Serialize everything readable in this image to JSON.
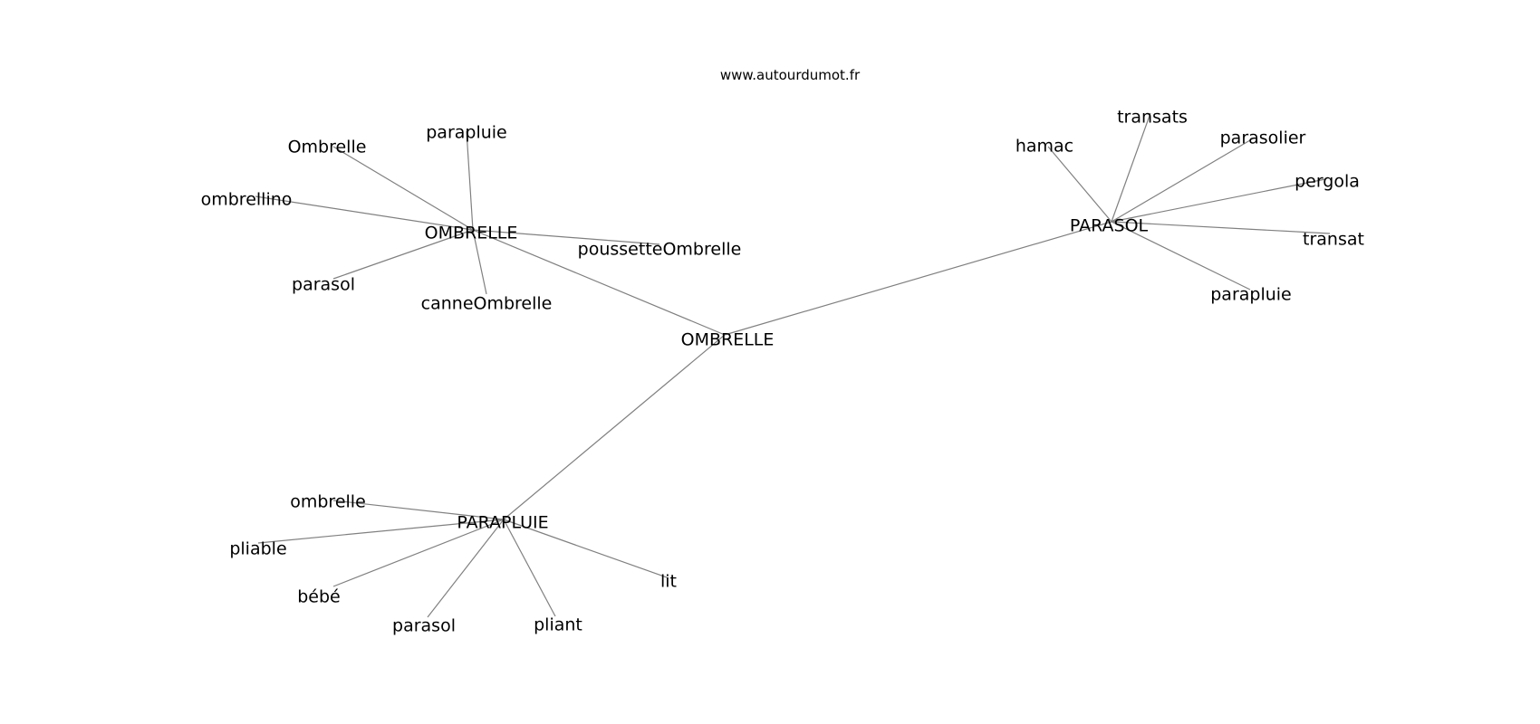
{
  "watermark": "www.autourdumot.fr",
  "center": "OMBRELLE",
  "hubs": [
    {
      "id": "hub-ombrelle",
      "label": "OMBRELLE",
      "leaves": [
        "Ombrelle",
        "parapluie",
        "ombrellino",
        "poussetteOmbrelle",
        "parasol",
        "canneOmbrelle"
      ]
    },
    {
      "id": "hub-parasol",
      "label": "PARASOL",
      "leaves": [
        "hamac",
        "transats",
        "parasolier",
        "pergola",
        "transat",
        "parapluie"
      ]
    },
    {
      "id": "hub-parapluie",
      "label": "PARAPLUIE",
      "leaves": [
        "ombrelle",
        "pliable",
        "bébé",
        "parasol",
        "pliant",
        "lit"
      ]
    }
  ],
  "colors": {
    "edge": "#808080",
    "text": "#000000",
    "background": "#ffffff"
  }
}
